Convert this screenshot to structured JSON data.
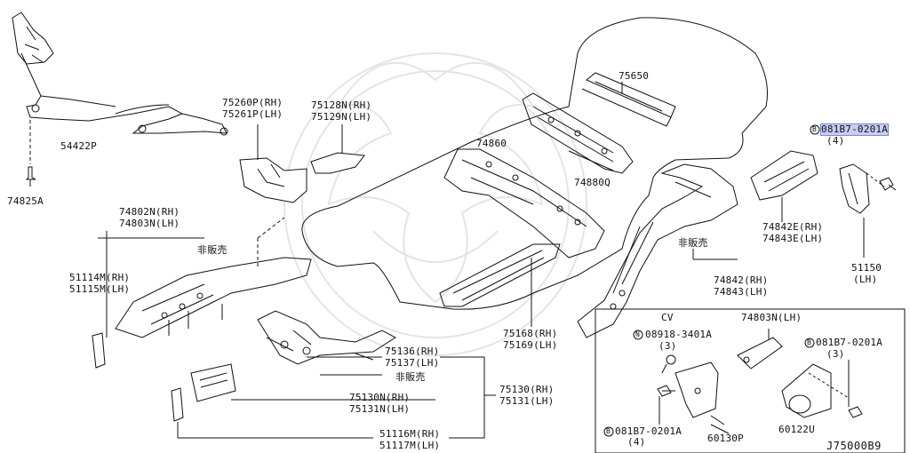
{
  "labels": {
    "p54422p": "54422P",
    "p74825a": "74825A",
    "p75260p": "75260P(RH)",
    "p75261p": "75261P(LH)",
    "p75128n": "75128N(RH)",
    "p75129n": "75129N(LH)",
    "p75650": "75650",
    "p74860": "74860",
    "p74880q": "74880Q",
    "p74802n": "74802N(RH)",
    "p74803n_top": "74803N(LH)",
    "not_for_sale_1": "非販売",
    "p51114m": "51114M(RH)",
    "p51115m": "51115M(LH)",
    "p74842e": "74842E(RH)",
    "p74843e": "74843E(LH)",
    "not_for_sale_2": "非販売",
    "p74842": "74842(RH)",
    "p74843": "74843(LH)",
    "p75168": "75168(RH)",
    "p75169": "75169(LH)",
    "p75136": "75136(RH)",
    "p75137": "75137(LH)",
    "not_for_sale_3": "非販売",
    "p75130n": "75130N(RH)",
    "p75131n": "75131N(LH)",
    "p75130": "75130(RH)",
    "p75131": "75131(LH)",
    "p51116m": "51116M(RH)",
    "p51117m": "51117M(LH)",
    "bolt_b_top": "081B7-0201A",
    "bolt_b_top_qty": "(4)",
    "p51150": "51150",
    "p51150_side": "(LH)",
    "cv": "CV",
    "p74803n_inset": "74803N(LH)",
    "nut_n": "08918-3401A",
    "nut_n_qty": "(3)",
    "bolt_b_inset_right": "081B7-0201A",
    "bolt_b_inset_right_qty": "(3)",
    "bolt_b_inset_left": "081B7-0201A",
    "bolt_b_inset_left_qty": "(4)",
    "p60130p": "60130P",
    "p60122u": "60122U",
    "diagram_code": "J75000B9"
  },
  "markers": {
    "bolt": "B",
    "nut": "N"
  },
  "colors": {
    "line": "#111111",
    "selected_highlight": "#c8cdf4",
    "watermark": "#e6e6e6"
  },
  "icons": {
    "bolt_marker": "circle-letter-b",
    "nut_marker": "circle-letter-n",
    "watermark": "dragon-crest-watermark"
  }
}
